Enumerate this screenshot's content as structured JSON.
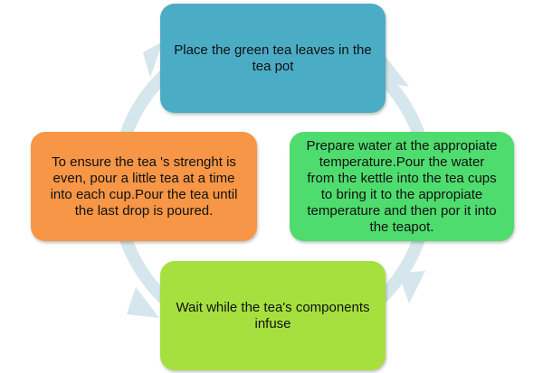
{
  "diagram": {
    "type": "cycle",
    "steps": [
      {
        "text": "Place the green tea leaves in the tea pot",
        "color": "#4bacc6"
      },
      {
        "text": "Prepare water at the appropiate temperature.Pour the water from the kettle into the tea cups to bring it to the appropiate temperature and then por it into the teapot.",
        "color": "#4fdc6e"
      },
      {
        "text": "Wait while the tea's components infuse",
        "color": "#a6e03e"
      },
      {
        "text": "To ensure the tea 's strenght is even, pour a little tea at a time into each cup.Pour the tea until the last drop is poured.",
        "color": "#f79646"
      }
    ],
    "ring_color": "#d5e6ec"
  }
}
